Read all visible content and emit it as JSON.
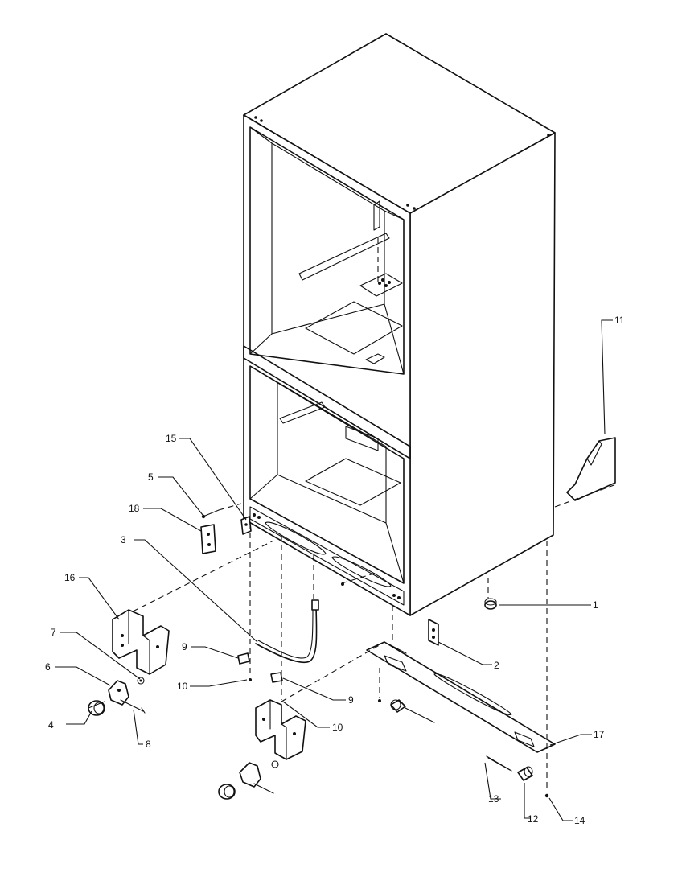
{
  "diagram": {
    "callouts": [
      {
        "id": "1",
        "label": "1"
      },
      {
        "id": "2",
        "label": "2"
      },
      {
        "id": "3",
        "label": "3"
      },
      {
        "id": "4",
        "label": "4"
      },
      {
        "id": "5",
        "label": "5"
      },
      {
        "id": "6",
        "label": "6"
      },
      {
        "id": "7",
        "label": "7"
      },
      {
        "id": "8",
        "label": "8"
      },
      {
        "id": "9a",
        "label": "9"
      },
      {
        "id": "9b",
        "label": "9"
      },
      {
        "id": "10a",
        "label": "10"
      },
      {
        "id": "10b",
        "label": "10"
      },
      {
        "id": "11",
        "label": "11"
      },
      {
        "id": "12",
        "label": "12"
      },
      {
        "id": "13",
        "label": "13"
      },
      {
        "id": "14",
        "label": "14"
      },
      {
        "id": "15",
        "label": "15"
      },
      {
        "id": "16",
        "label": "16"
      },
      {
        "id": "17",
        "label": "17"
      },
      {
        "id": "18",
        "label": "18"
      }
    ]
  }
}
